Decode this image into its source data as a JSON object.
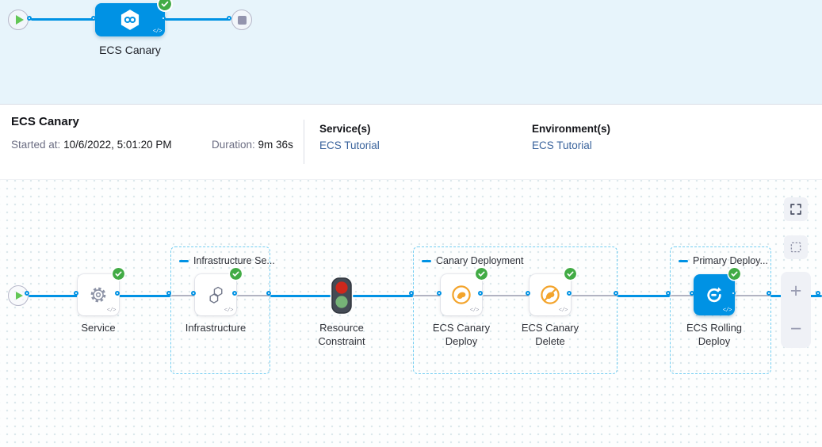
{
  "colors": {
    "primary_blue": "#0092E4",
    "success_green": "#42AB45",
    "canary_amber": "#F3A42C",
    "link_blue": "#3A639C",
    "group_border": "#73CEF2",
    "minimap_bg": "#E7F4FB"
  },
  "minimap": {
    "stage_label": "ECS Canary"
  },
  "summary": {
    "title": "ECS Canary",
    "started_label": "Started at:",
    "started_value": "10/6/2022, 5:01:20 PM",
    "duration_label": "Duration:",
    "duration_value": "9m 36s",
    "services_label": "Service(s)",
    "services_value": "ECS Tutorial",
    "environments_label": "Environment(s)",
    "environments_value": "ECS Tutorial"
  },
  "canvas": {
    "groups": [
      {
        "label": "Infrastructure Se..."
      },
      {
        "label": "Canary Deployment"
      },
      {
        "label": "Primary Deploy..."
      }
    ],
    "nodes": [
      {
        "label": "Service",
        "status": "success"
      },
      {
        "label": "Infrastructure",
        "status": "success"
      },
      {
        "label": "Resource Constraint"
      },
      {
        "label": "ECS Canary Deploy",
        "status": "success"
      },
      {
        "label": "ECS Canary Delete",
        "status": "success"
      },
      {
        "label": "ECS Rolling Deploy",
        "status": "success"
      }
    ],
    "zoom_in": "+",
    "zoom_out": "−"
  },
  "code_glyph": "</>"
}
